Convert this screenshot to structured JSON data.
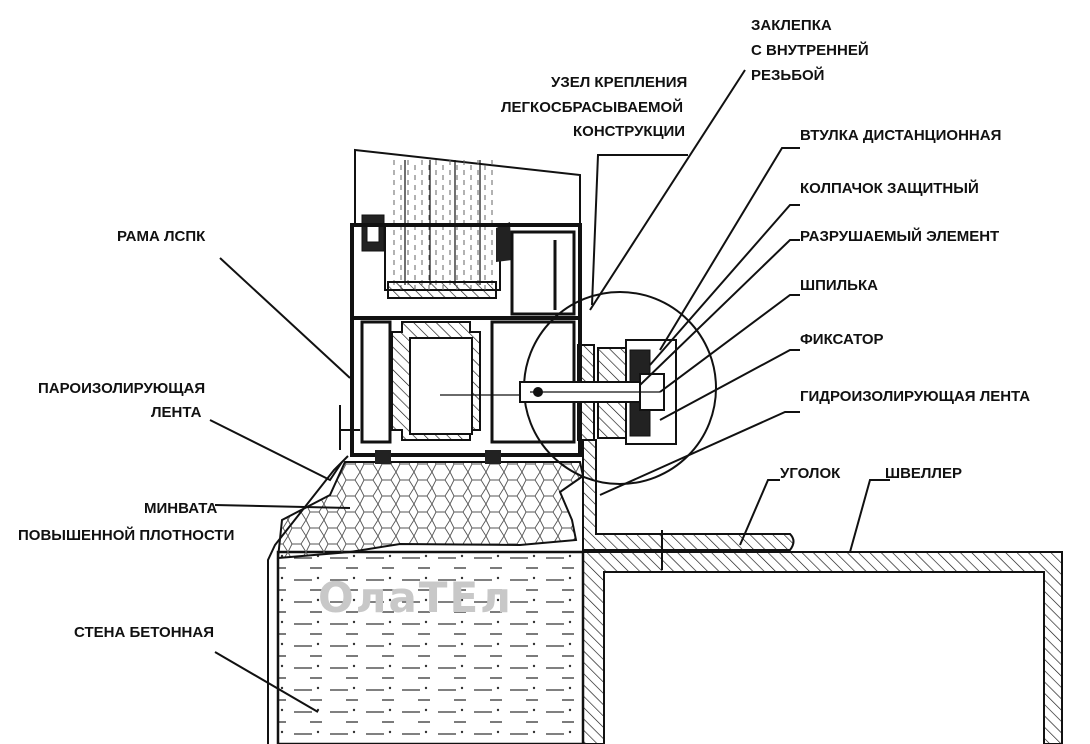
{
  "labels": {
    "zaklepka": [
      "ЗАКЛЕПКА",
      "С ВНУТРЕННЕЙ",
      "РЕЗЬБОЙ"
    ],
    "uzel": [
      "УЗЕЛ КРЕПЛЕНИЯ",
      "ЛЕГКОСБРАСЫВАЕМОЙ",
      "КОНСТРУКЦИИ"
    ],
    "vtulka": "ВТУЛКА ДИСТАНЦИОННАЯ",
    "kolpachok": "КОЛПАЧОК ЗАЩИТНЫЙ",
    "razrush": "РАЗРУШАЕМЫЙ ЭЛЕМЕНТ",
    "shpilka": "ШПИЛЬКА",
    "fiksator": "ФИКСАТОР",
    "gidro": "ГИДРОИЗОЛИРУЮЩАЯ  ЛЕНТА",
    "ugolok": "УГОЛОК",
    "shveller": "ШВЕЛЛЕР",
    "rama": "РАМА ЛСПК",
    "paro": [
      "ПАРОИЗОЛИРУЮЩАЯ",
      "ЛЕНТА"
    ],
    "minvata": [
      "МИНВАТА",
      "ПОВЫШЕННОЙ ПЛОТНОСТИ"
    ],
    "stena": "СТЕНА БЕТОННАЯ"
  },
  "watermark": "ОлаТЕл"
}
